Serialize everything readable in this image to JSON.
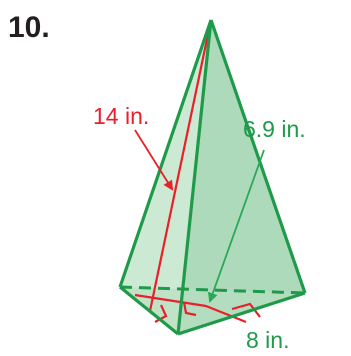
{
  "problem": {
    "number": "10."
  },
  "figure": {
    "slant_height_label": "14 in.",
    "apothem_label": "6.9 in.",
    "base_edge_label": "8 in.",
    "colors": {
      "edge": "#1f9a4a",
      "face_fill": "#bfe3c8",
      "face_fill_dark": "#9fd1ad",
      "measure": "#e8202a",
      "label_red": "#e8202a",
      "label_green": "#1f9a4a",
      "arrow_green": "#2aa857",
      "text_dark": "#231f20"
    }
  }
}
